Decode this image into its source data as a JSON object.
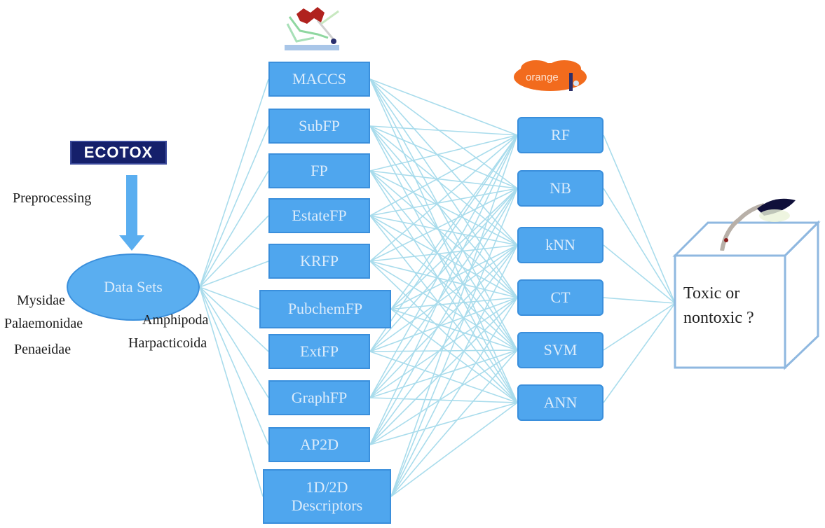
{
  "source": {
    "label": "ECOTOX",
    "step_label": "Preprocessing"
  },
  "datasets": {
    "label": "Data Sets",
    "species_left": [
      "Mysidae",
      "Palaemonidae",
      "Penaeidae"
    ],
    "species_right": [
      "Amphipoda",
      "Harpacticoida"
    ]
  },
  "fingerprints": [
    {
      "label": "MACCS"
    },
    {
      "label": "SubFP"
    },
    {
      "label": "FP"
    },
    {
      "label": "EstateFP"
    },
    {
      "label": "KRFP"
    },
    {
      "label": "PubchemFP"
    },
    {
      "label": "ExtFP"
    },
    {
      "label": "GraphFP"
    },
    {
      "label": "AP2D"
    },
    {
      "label": "1D/2D Descriptors"
    }
  ],
  "classifiers": [
    {
      "label": "RF"
    },
    {
      "label": "NB"
    },
    {
      "label": "kNN"
    },
    {
      "label": "CT"
    },
    {
      "label": "SVM"
    },
    {
      "label": "ANN"
    }
  ],
  "logos": {
    "fingerprint_tool": "PaDEL network logo",
    "ml_tool": "orange"
  },
  "output": {
    "line1": "Toxic or",
    "line2": "nontoxic ?"
  },
  "colors": {
    "box_fill": "#4fa6ee",
    "box_border": "#3a8fdc",
    "box_text": "#dcecfb",
    "connector": "#a9dcec",
    "ecotox_bg": "#15206b",
    "orange": "#f26b1d",
    "cube_stroke": "#8fb8e0"
  }
}
